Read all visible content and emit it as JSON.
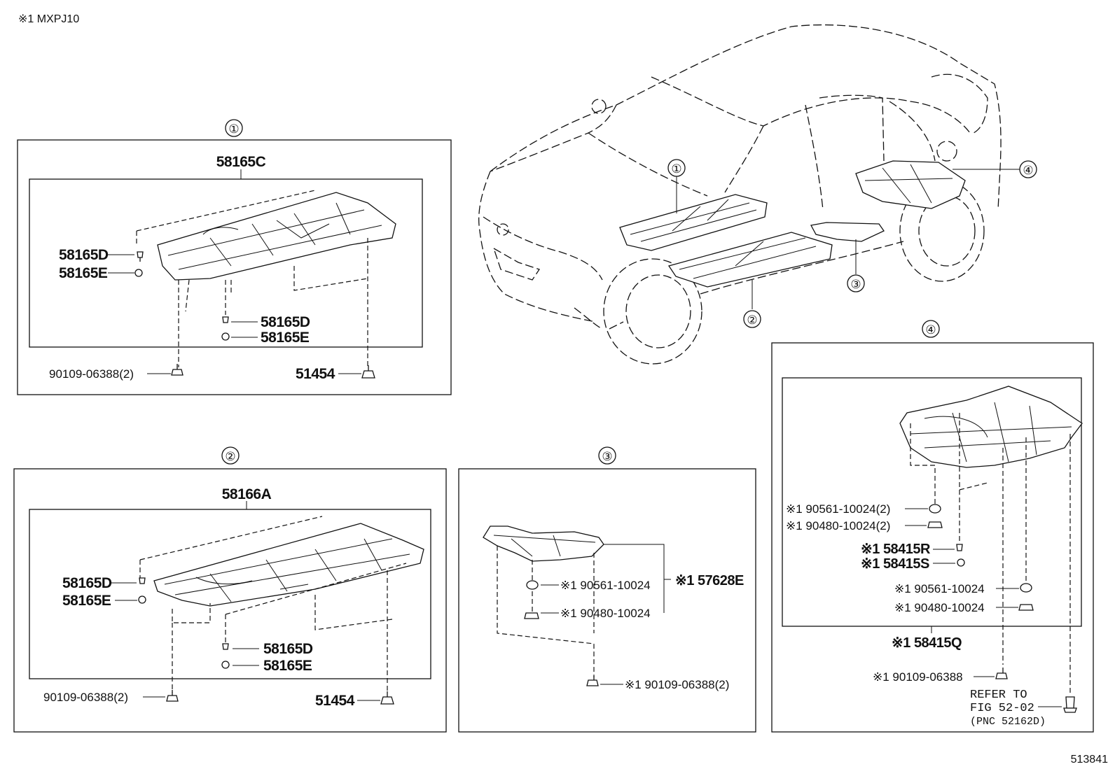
{
  "header_note": "※1 MXPJ10",
  "footer_code": "513841",
  "vehicle_callouts": [
    "①",
    "②",
    "③",
    "④"
  ],
  "panel1": {
    "callout": "①",
    "assembly": "58165C",
    "parts": [
      "58165D",
      "58165E",
      "58165D",
      "58165E",
      "90109-06388(2)",
      "51454"
    ]
  },
  "panel2": {
    "callout": "②",
    "assembly": "58166A",
    "parts": [
      "58165D",
      "58165E",
      "58165D",
      "58165E",
      "90109-06388(2)",
      "51454"
    ]
  },
  "panel3": {
    "callout": "③",
    "assembly": "※1 57628E",
    "parts": [
      "※1 90561-10024",
      "※1 90480-10024",
      "※1 90109-06388(2)"
    ]
  },
  "panel4": {
    "callout": "④",
    "assembly": "※1 58415Q",
    "parts": [
      "※1 90561-10024(2)",
      "※1 90480-10024(2)",
      "※1 58415R",
      "※1 58415S",
      "※1 90561-10024",
      "※1 90480-10024",
      "※1 90109-06388"
    ],
    "refer_line1": "REFER TO",
    "refer_line2": "FIG 52-02",
    "refer_line3": "(PNC 52162D)"
  }
}
